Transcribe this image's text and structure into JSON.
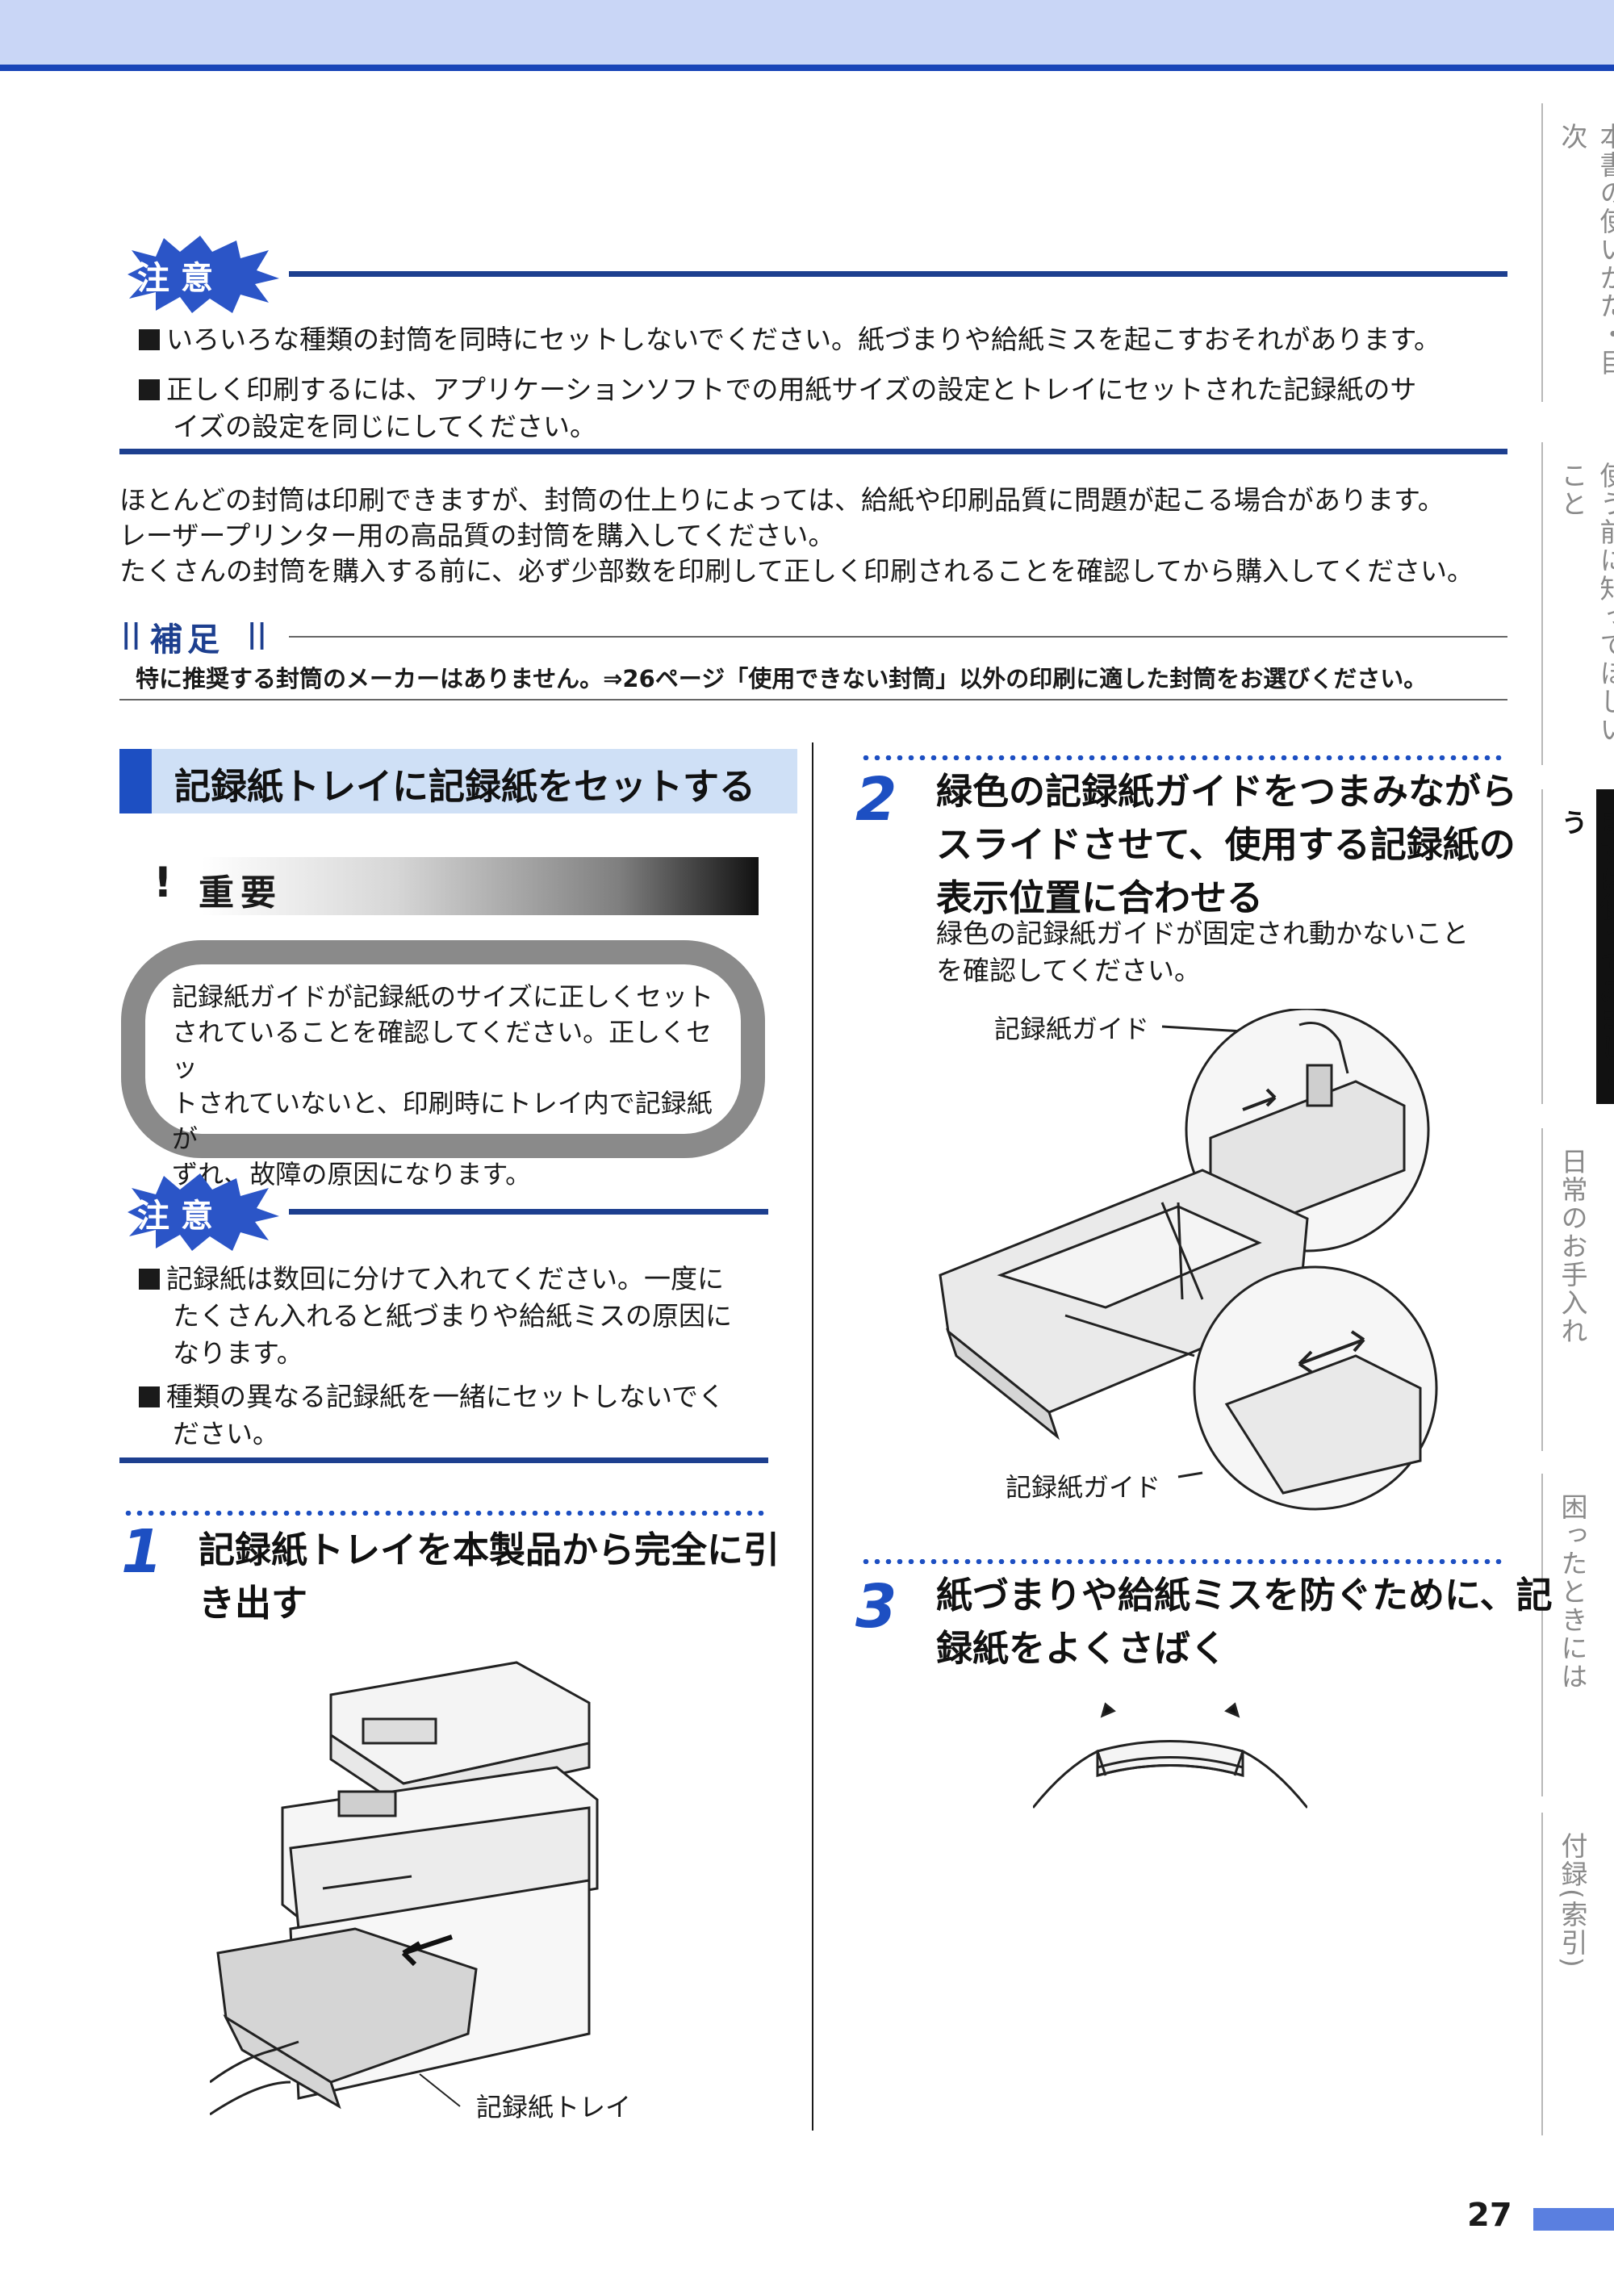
{
  "side_tabs": [
    {
      "label": "本書の使いかた・目次",
      "active": false
    },
    {
      "label": "使う前に知ってほしいこと",
      "active": false
    },
    {
      "label": "まずは使ってみましょう",
      "active": true
    },
    {
      "label": "日常のお手入れ",
      "active": false
    },
    {
      "label": "困ったときには",
      "active": false
    },
    {
      "label": "付録(索引)",
      "active": false
    }
  ],
  "caution1": {
    "badge": "注意",
    "items": [
      "いろいろな種類の封筒を同時にセットしないでください。紙づまりや給紙ミスを起こすおそれがあります。",
      "正しく印刷するには、アプリケーションソフトでの用紙サイズの設定とトレイにセットされた記録紙のサ",
      "イズの設定を同じにしてください。"
    ]
  },
  "intro": [
    "ほとんどの封筒は印刷できますが、封筒の仕上りによっては、給紙や印刷品質に問題が起こる場合があります。",
    "レーザープリンター用の高品質の封筒を購入してください。",
    "たくさんの封筒を購入する前に、必ず少部数を印刷して正しく印刷されることを確認してから購入してください。"
  ],
  "hosoku": {
    "label": "補足",
    "text": "特に推奨する封筒のメーカーはありません。⇒26ページ「使用できない封筒」以外の印刷に適した封筒をお選びください。"
  },
  "section_title": "記録紙トレイに記録紙をセットする",
  "important": {
    "mark": "!",
    "label": "重要",
    "lines": [
      "記録紙ガイドが記録紙のサイズに正しくセット",
      "されていることを確認してください。正しくセッ",
      "トされていないと、印刷時にトレイ内で記録紙が",
      "ずれ、故障の原因になります。"
    ]
  },
  "caution2": {
    "badge": "注意",
    "lines": [
      "記録紙は数回に分けて入れてください。一度に",
      "たくさん入れると紙づまりや給紙ミスの原因に",
      "なります。",
      "種類の異なる記録紙を一緒にセットしないでく",
      "ださい。"
    ]
  },
  "steps": [
    {
      "num": "1",
      "title_lines": [
        "記録紙トレイを本製品から完全に引",
        "き出す"
      ],
      "caption": "記録紙トレイ"
    },
    {
      "num": "2",
      "title_lines": [
        "緑色の記録紙ガイドをつまみながら",
        "スライドさせて、使用する記録紙の",
        "表示位置に合わせる"
      ],
      "desc_lines": [
        "緑色の記録紙ガイドが固定され動かないこと",
        "を確認してください。"
      ],
      "caption_top": "記録紙ガイド",
      "caption_bottom": "記録紙ガイド"
    },
    {
      "num": "3",
      "title_lines": [
        "紙づまりや給紙ミスを防ぐために、記",
        "録紙をよくさばく"
      ]
    }
  ],
  "page_number": "27"
}
